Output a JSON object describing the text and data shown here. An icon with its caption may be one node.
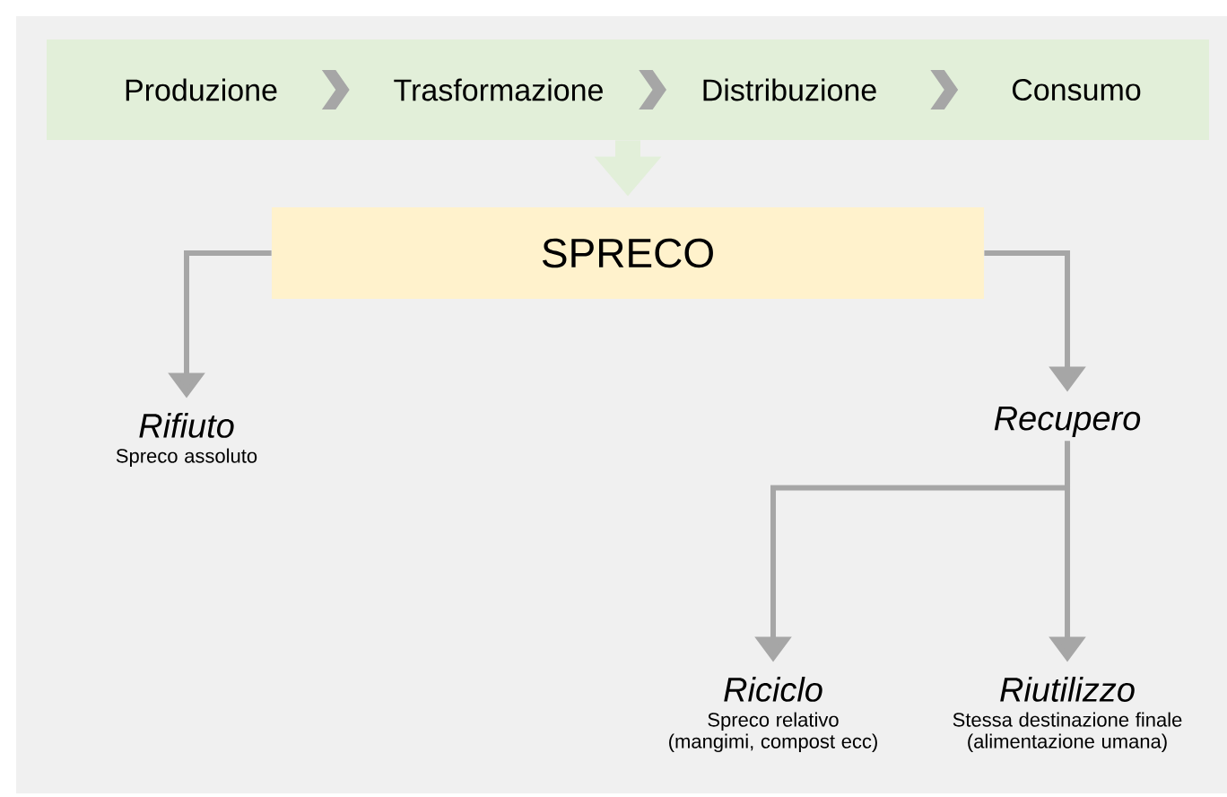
{
  "diagram": {
    "nodes": [
      {
        "text": [],
        "shape": "box"
      },
      {
        "text": [
          "Produzione"
        ],
        "in": 0
      },
      {
        "text": [
          "Trasformazione"
        ],
        "in": 0
      },
      {
        "text": [
          "Distribuzione"
        ],
        "in": 0
      },
      {
        "text": [
          "Consumo"
        ],
        "in": 0
      },
      {
        "text": [
          "SPRECO"
        ]
      },
      {
        "text": [
          "Rifiuto",
          "Spreco assoluto"
        ]
      },
      {
        "text": [
          "Recupero"
        ]
      },
      {
        "text": [
          "Riciclo",
          "Spreco relativo (mangimi, compost ecc)"
        ]
      },
      {
        "text": [
          "Riutilizzo",
          "Stessa destinazione finale (alimentazione umana)"
        ]
      }
    ],
    "edges": [
      {
        "from": 1,
        "to": 2,
        "arrow": "to"
      },
      {
        "from": 2,
        "to": 3,
        "arrow": "to"
      },
      {
        "from": 3,
        "to": 4,
        "arrow": "to"
      },
      {
        "from": 0,
        "to": 5,
        "arrow": "to",
        "style": "thick",
        "color": "#e2efd9"
      },
      {
        "from": 5,
        "to": 6,
        "arrow": "to"
      },
      {
        "from": 5,
        "to": 7,
        "arrow": "to"
      },
      {
        "from": 7,
        "to": 8,
        "arrow": "to"
      },
      {
        "from": 7,
        "to": 9,
        "arrow": "to"
      }
    ]
  }
}
